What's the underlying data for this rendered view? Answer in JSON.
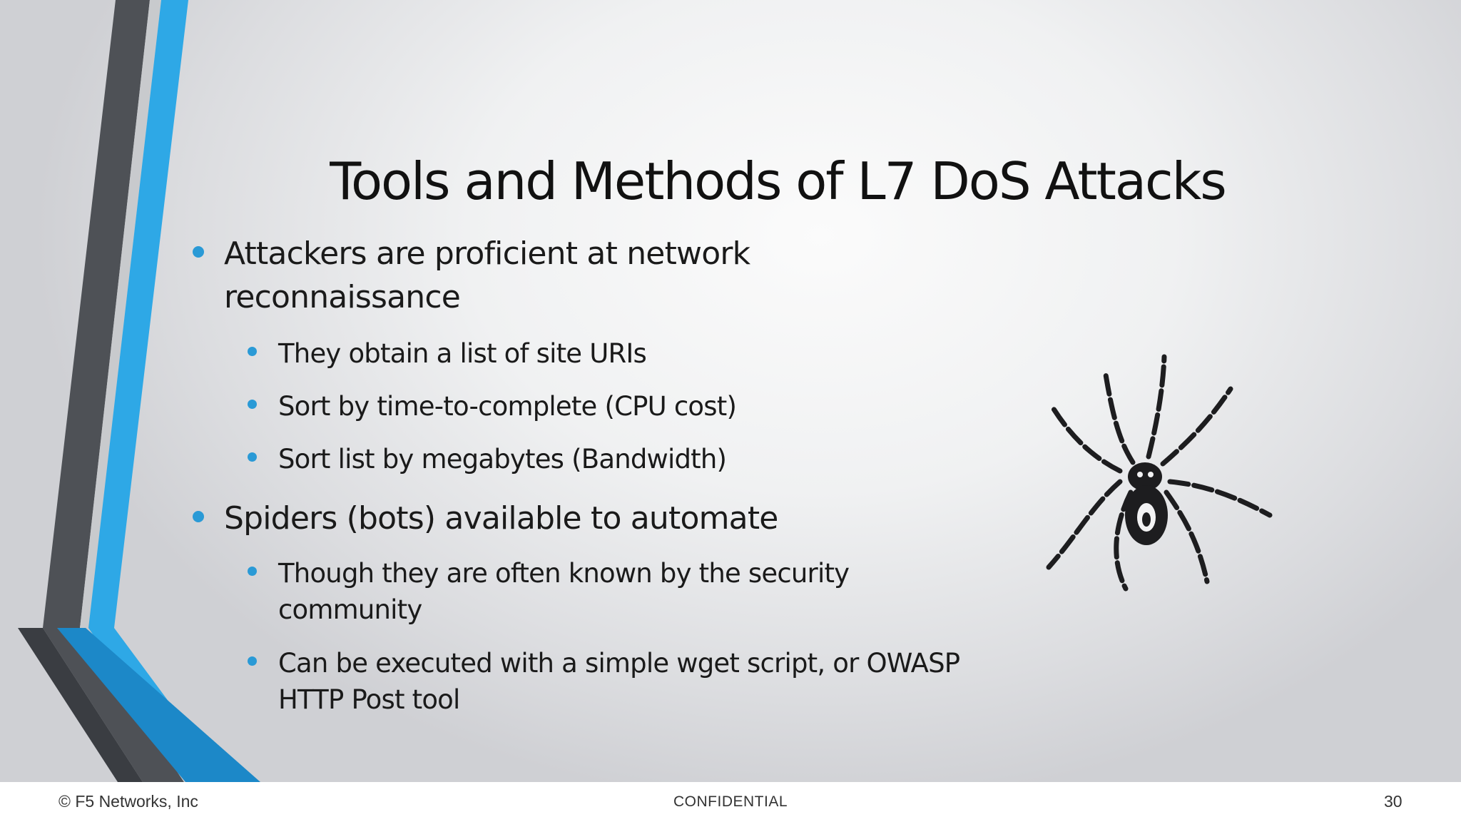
{
  "slide": {
    "title": "Tools and Methods of L7 DoS Attacks",
    "bullets": [
      {
        "level": 1,
        "lines": [
          "Attackers are proficient at network",
          "reconnaissance"
        ]
      },
      {
        "level": 2,
        "lines": [
          "They obtain a list of site URIs"
        ]
      },
      {
        "level": 2,
        "lines": [
          "Sort by time-to-complete (CPU cost)"
        ]
      },
      {
        "level": 2,
        "lines": [
          "Sort list by megabytes (Bandwidth)"
        ]
      },
      {
        "level": 1,
        "lines": [
          "Spiders (bots) available to automate"
        ]
      },
      {
        "level": 2,
        "lines": [
          "Though they are often known by the security",
          "community"
        ]
      },
      {
        "level": 2,
        "lines": [
          "Can be executed with a simple wget script, or OWASP",
          "HTTP Post tool"
        ]
      }
    ],
    "image": {
      "icon": "spider-icon"
    },
    "colors": {
      "accent_blue": "#2ea8e6",
      "accent_dark": "#4a4d52",
      "bullet": "#2a9ad6"
    }
  },
  "footer": {
    "copyright": "© F5 Networks, Inc",
    "classification": "CONFIDENTIAL",
    "page_number": "30"
  }
}
